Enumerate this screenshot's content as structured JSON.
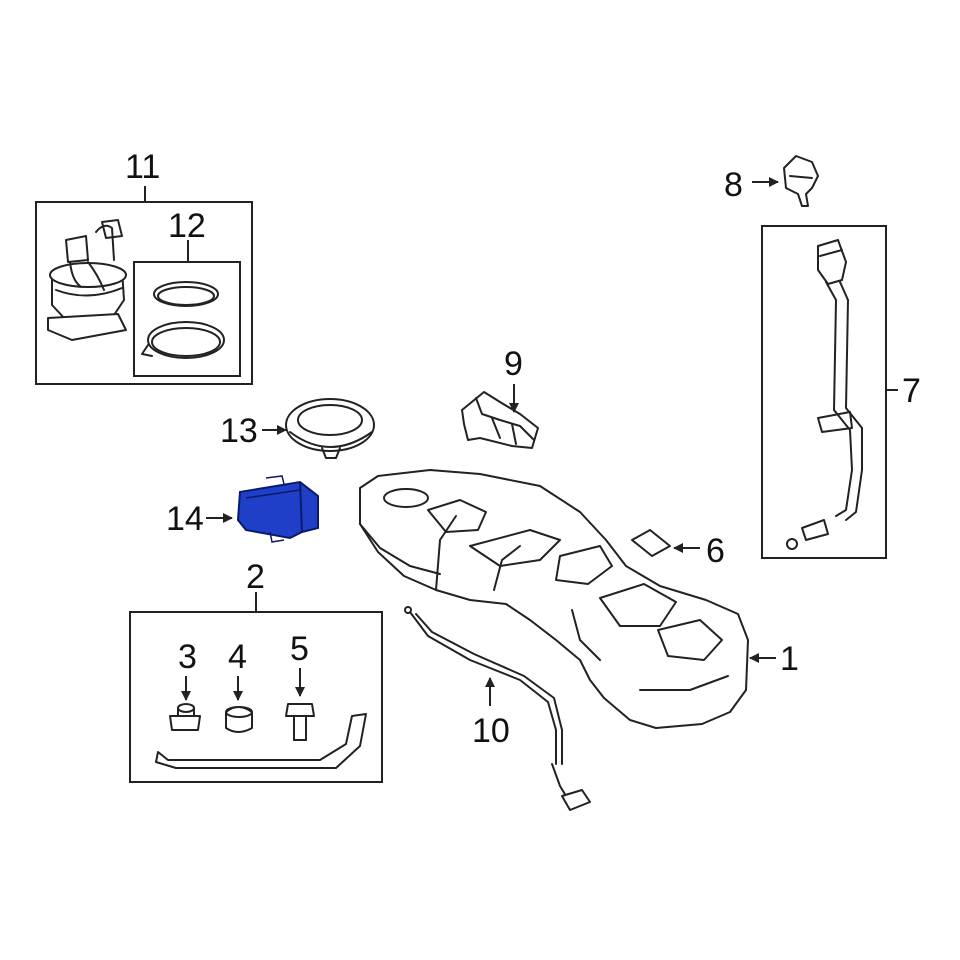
{
  "diagram": {
    "highlight_color": "#1f3fc8",
    "line_color": "#222222",
    "callouts": {
      "c1": "1",
      "c2": "2",
      "c3": "3",
      "c4": "4",
      "c5": "5",
      "c6": "6",
      "c7": "7",
      "c8": "8",
      "c9": "9",
      "c10": "10",
      "c11": "11",
      "c12": "12",
      "c13": "13",
      "c14": "14"
    }
  }
}
